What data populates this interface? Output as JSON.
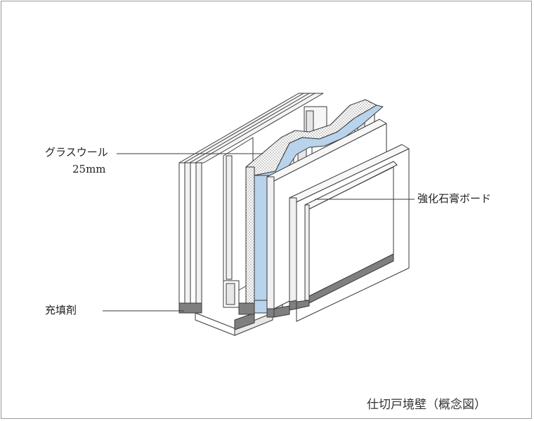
{
  "labels": {
    "glass_wool": "グラスウール",
    "glass_wool_thickness": "25mm",
    "gypsum_board": "強化石膏ボード",
    "filler": "充填剤"
  },
  "caption": "仕切戸境壁（概念図）",
  "colors": {
    "insulation_blue": "#b9d3ec",
    "sealant_gray": "#7f7f7f",
    "line": "#3a3a3a",
    "frame_border": "#9a9a9a"
  }
}
